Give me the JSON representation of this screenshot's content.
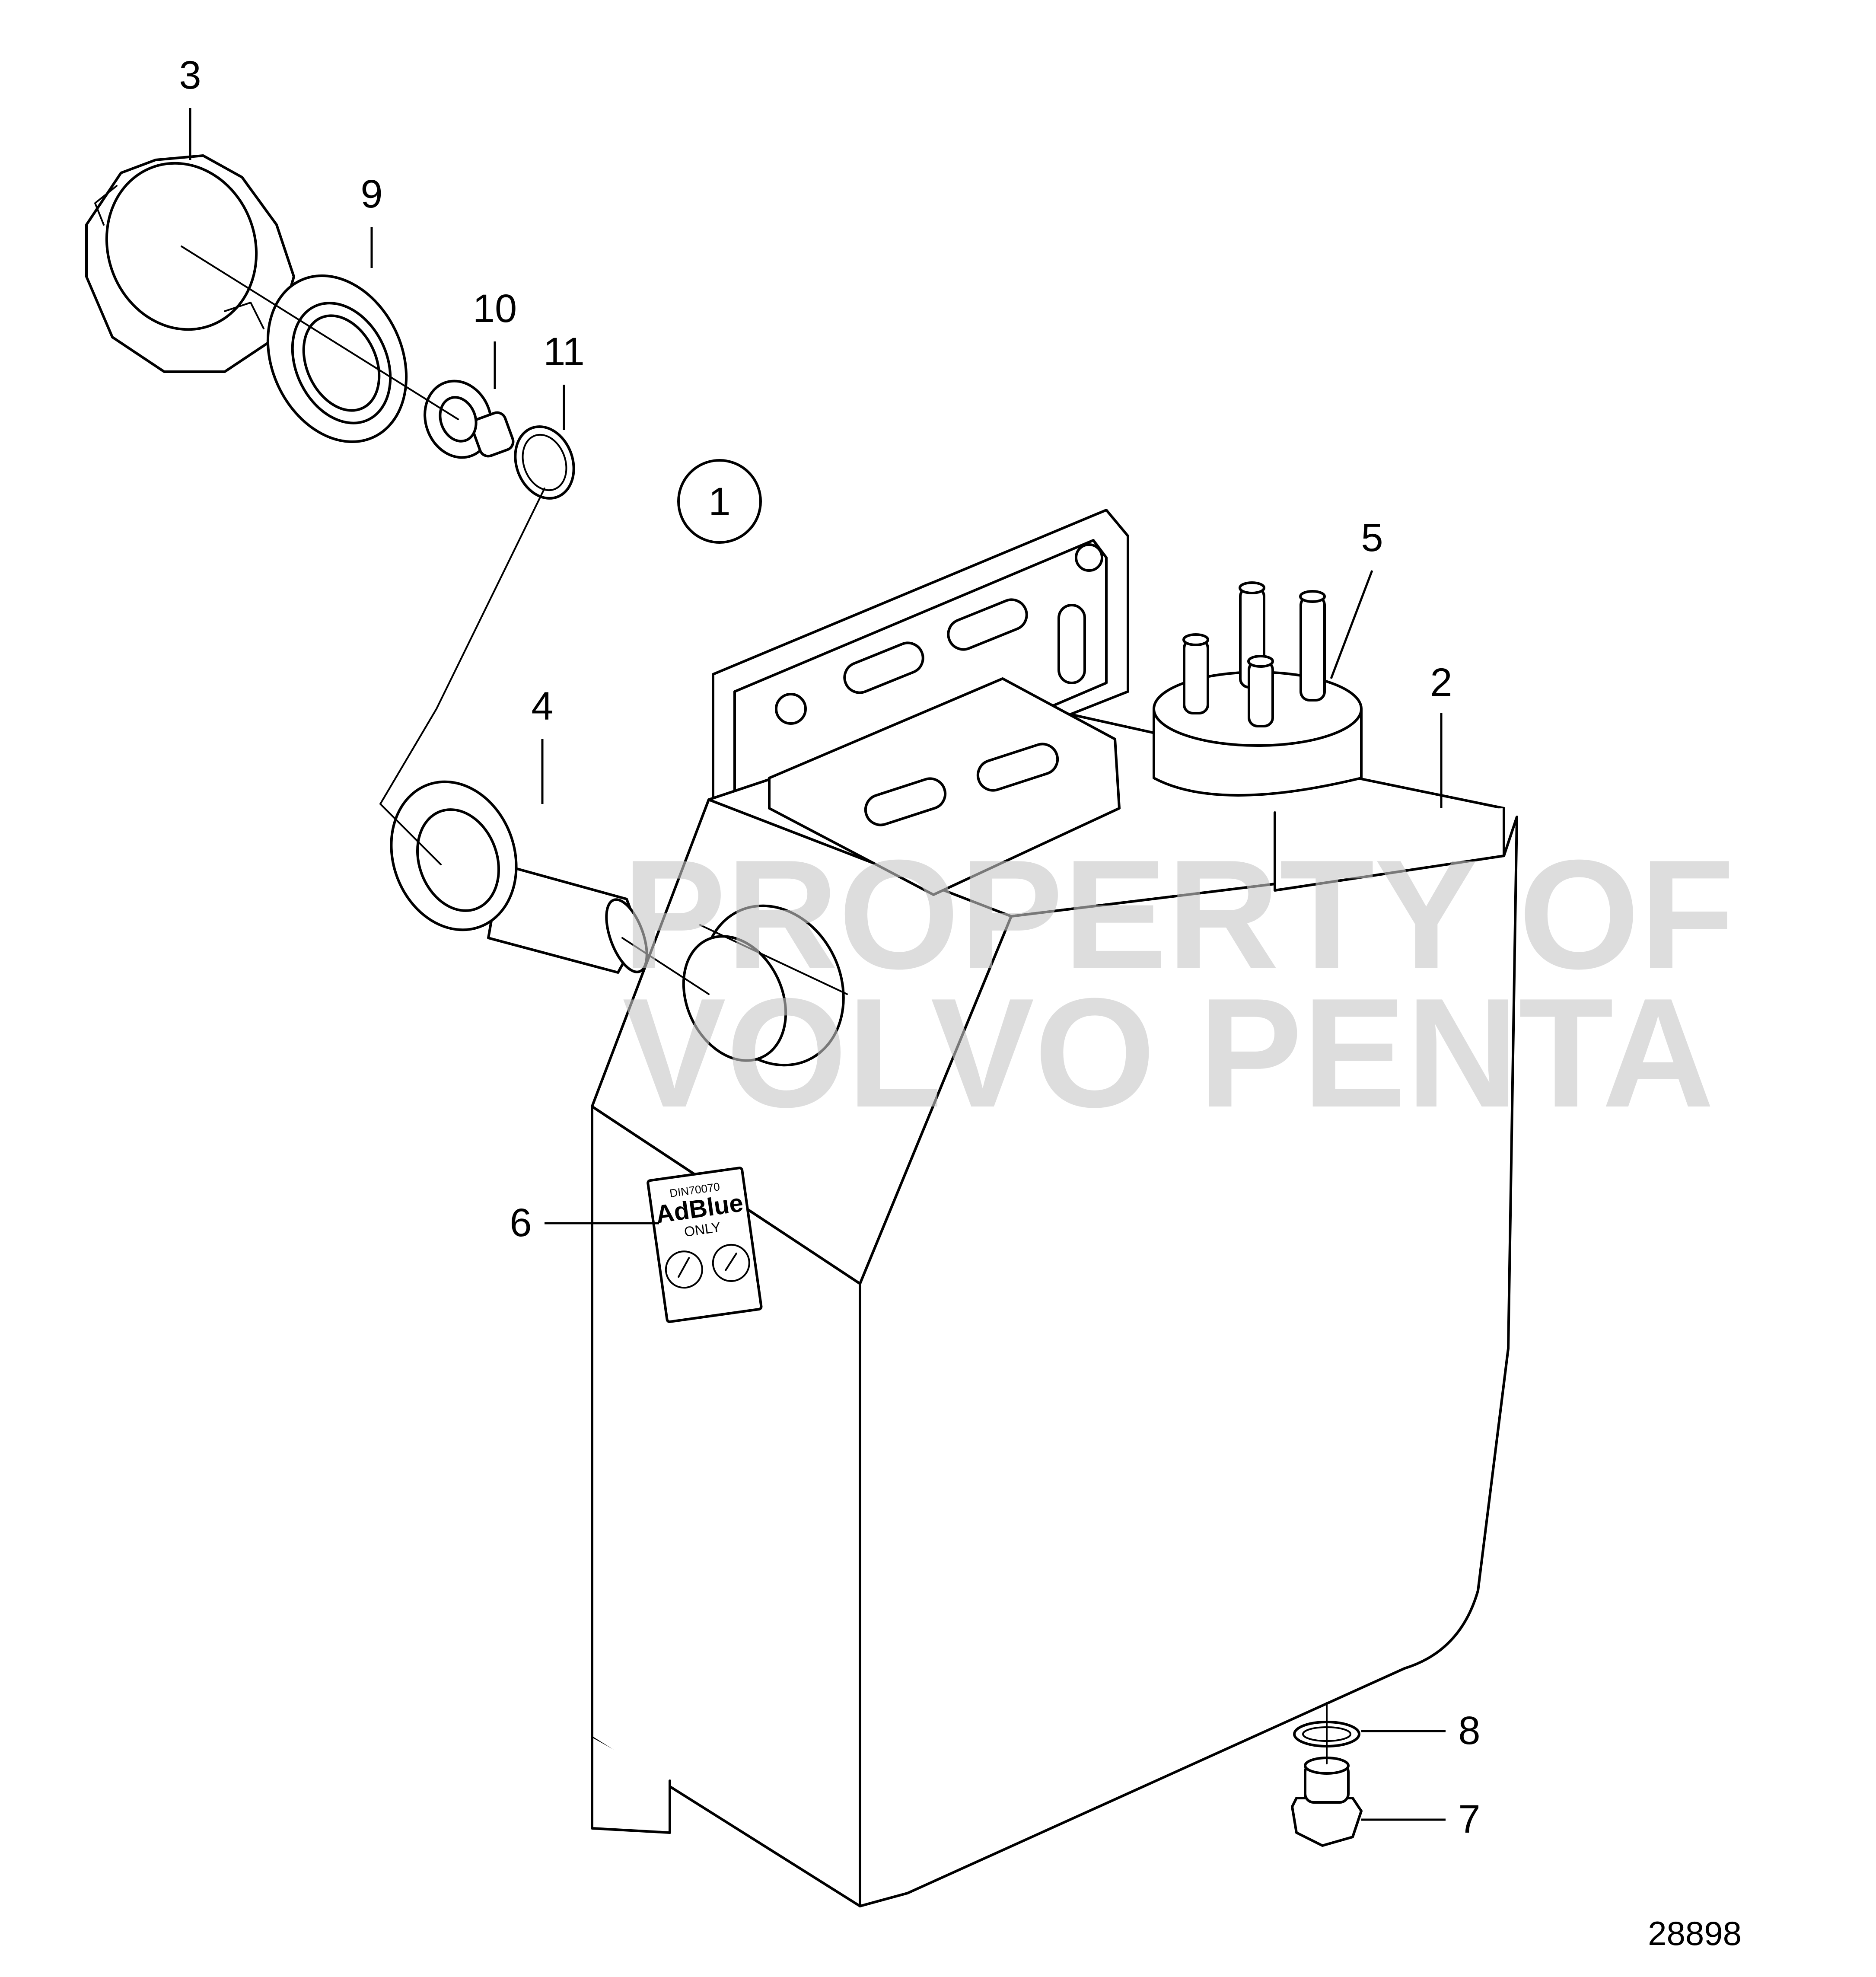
{
  "callouts": {
    "c1": "1",
    "c2": "2",
    "c3": "3",
    "c4": "4",
    "c5": "5",
    "c6": "6",
    "c7": "7",
    "c8": "8",
    "c9": "9",
    "c10": "10",
    "c11": "11"
  },
  "watermark": {
    "line1": "PROPERTY OF",
    "line2": "VOLVO PENTA"
  },
  "label": {
    "standard": "DIN70070",
    "product": "AdBlue",
    "note": "ONLY"
  },
  "drawing_number": "28898"
}
